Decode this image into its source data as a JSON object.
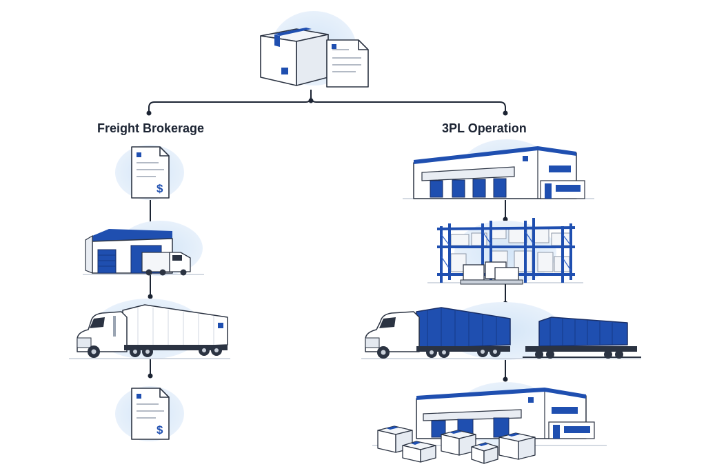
{
  "branches": {
    "left": {
      "title": "Freight Brokerage",
      "steps": [
        "invoice-document",
        "warehouse-with-box-truck",
        "semi-truck-with-trailer",
        "invoice-document"
      ]
    },
    "right": {
      "title": "3PL Operation",
      "steps": [
        "warehouse-building",
        "pallet-racking",
        "container-truck-and-rail-car",
        "distribution-warehouse-with-boxes"
      ]
    }
  },
  "colors": {
    "accent": "#1f4fb0",
    "line": "#1c2433",
    "halo": "#dbe9f8",
    "outline": "#2b3342",
    "body": "#ffffff",
    "shade": "#e9edf3"
  },
  "icons": {
    "currency_symbol": "$"
  }
}
